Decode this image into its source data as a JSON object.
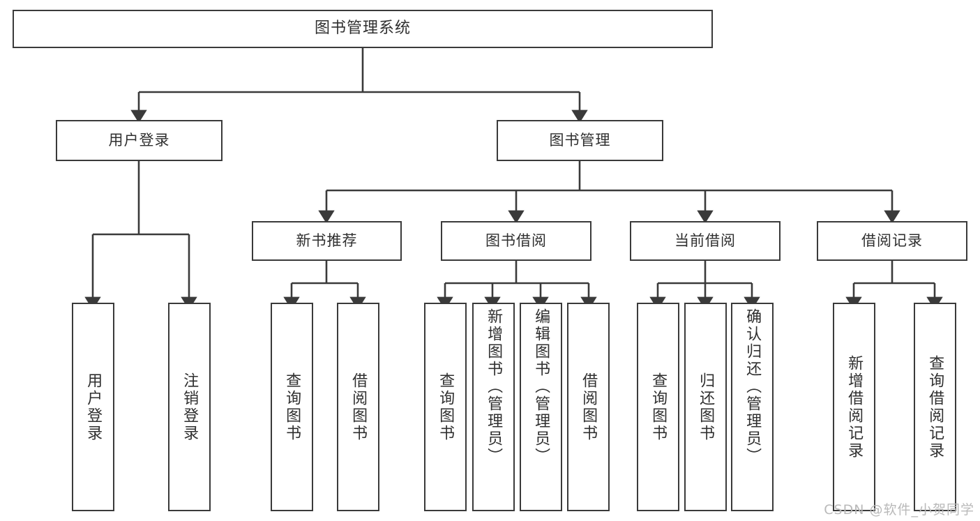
{
  "diagram": {
    "title": "图书管理系统",
    "watermark": "CSDN @软件_小贺同学",
    "colors": {
      "stroke": "#3a3a3a",
      "text": "#2f2f2f",
      "background": "#ffffff",
      "watermark": "#b9b9b9"
    },
    "root": {
      "label": "图书管理系统"
    },
    "level2": [
      {
        "id": "user-login",
        "label": "用户登录"
      },
      {
        "id": "book-manage",
        "label": "图书管理"
      }
    ],
    "level3": [
      {
        "id": "new-book-recommend",
        "label": "新书推荐"
      },
      {
        "id": "book-borrow",
        "label": "图书借阅"
      },
      {
        "id": "current-borrow",
        "label": "当前借阅"
      },
      {
        "id": "borrow-record",
        "label": "借阅记录"
      }
    ],
    "leaves": [
      {
        "id": "leaf-user-login",
        "label": "用户登录",
        "group": "user-login"
      },
      {
        "id": "leaf-logout-login",
        "label": "注销登录",
        "group": "user-login"
      },
      {
        "id": "leaf-query-book-1",
        "label": "查询图书",
        "group": "new-book-recommend"
      },
      {
        "id": "leaf-borrow-book-1",
        "label": "借阅图书",
        "group": "new-book-recommend"
      },
      {
        "id": "leaf-query-book-2",
        "label": "查询图书",
        "group": "book-borrow"
      },
      {
        "id": "leaf-add-book-admin",
        "label": "新增图书（管理员）",
        "group": "book-borrow"
      },
      {
        "id": "leaf-edit-book-admin",
        "label": "编辑图书（管理员）",
        "group": "book-borrow"
      },
      {
        "id": "leaf-borrow-book-2",
        "label": "借阅图书",
        "group": "book-borrow"
      },
      {
        "id": "leaf-query-book-3",
        "label": "查询图书",
        "group": "current-borrow"
      },
      {
        "id": "leaf-return-book",
        "label": "归还图书",
        "group": "current-borrow"
      },
      {
        "id": "leaf-confirm-return-admin",
        "label": "确认归还（管理员）",
        "group": "current-borrow"
      },
      {
        "id": "leaf-add-borrow-record",
        "label": "新增借阅记录",
        "group": "borrow-record"
      },
      {
        "id": "leaf-query-borrow-record",
        "label": "查询借阅记录",
        "group": "borrow-record"
      }
    ]
  }
}
